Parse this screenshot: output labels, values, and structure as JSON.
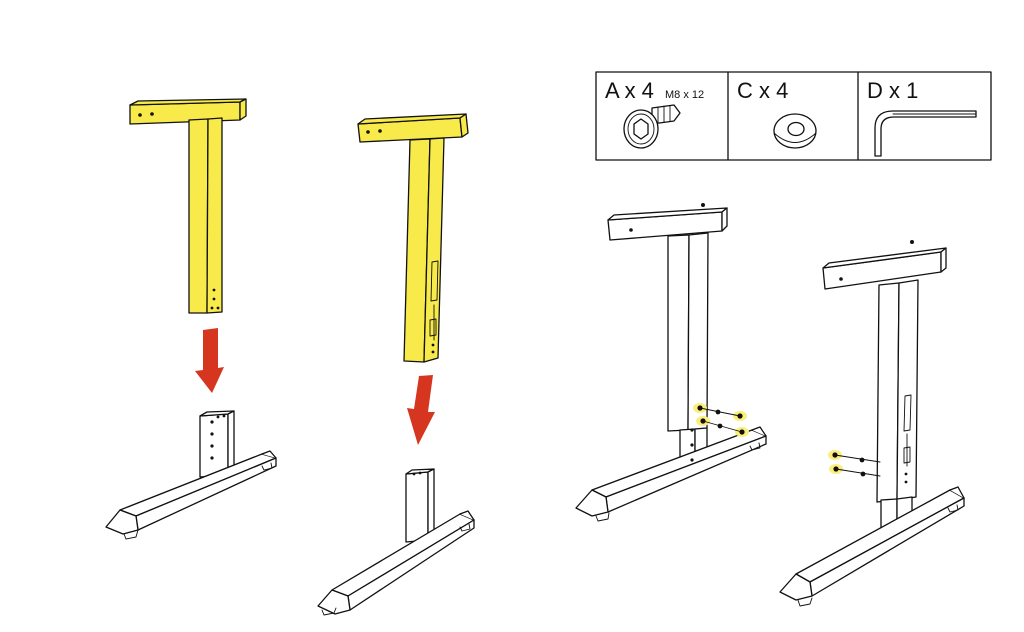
{
  "colors": {
    "highlight": "#f7ea4a",
    "arrow": "#d6361f",
    "outline": "#111111",
    "background": "#ffffff",
    "washer_glow": "#fbef7a"
  },
  "parts_legend": [
    {
      "id": "A",
      "label": "A x 4",
      "spec": "M8 x 12",
      "icon": "hex-socket-bolt-icon"
    },
    {
      "id": "C",
      "label": "C x 4",
      "spec": "",
      "icon": "flat-washer-icon"
    },
    {
      "id": "D",
      "label": "D x 1",
      "spec": "",
      "icon": "allen-key-icon"
    }
  ],
  "steps": [
    {
      "name": "insert-upright-left",
      "upright": "highlighted",
      "arrow": "down-arrow-icon"
    },
    {
      "name": "insert-upright-right",
      "upright": "highlighted",
      "arrow": "down-arrow-icon"
    },
    {
      "name": "fasten-left",
      "upright": "plain",
      "bolts": 4
    },
    {
      "name": "fasten-right",
      "upright": "plain",
      "bolts": 2
    }
  ]
}
